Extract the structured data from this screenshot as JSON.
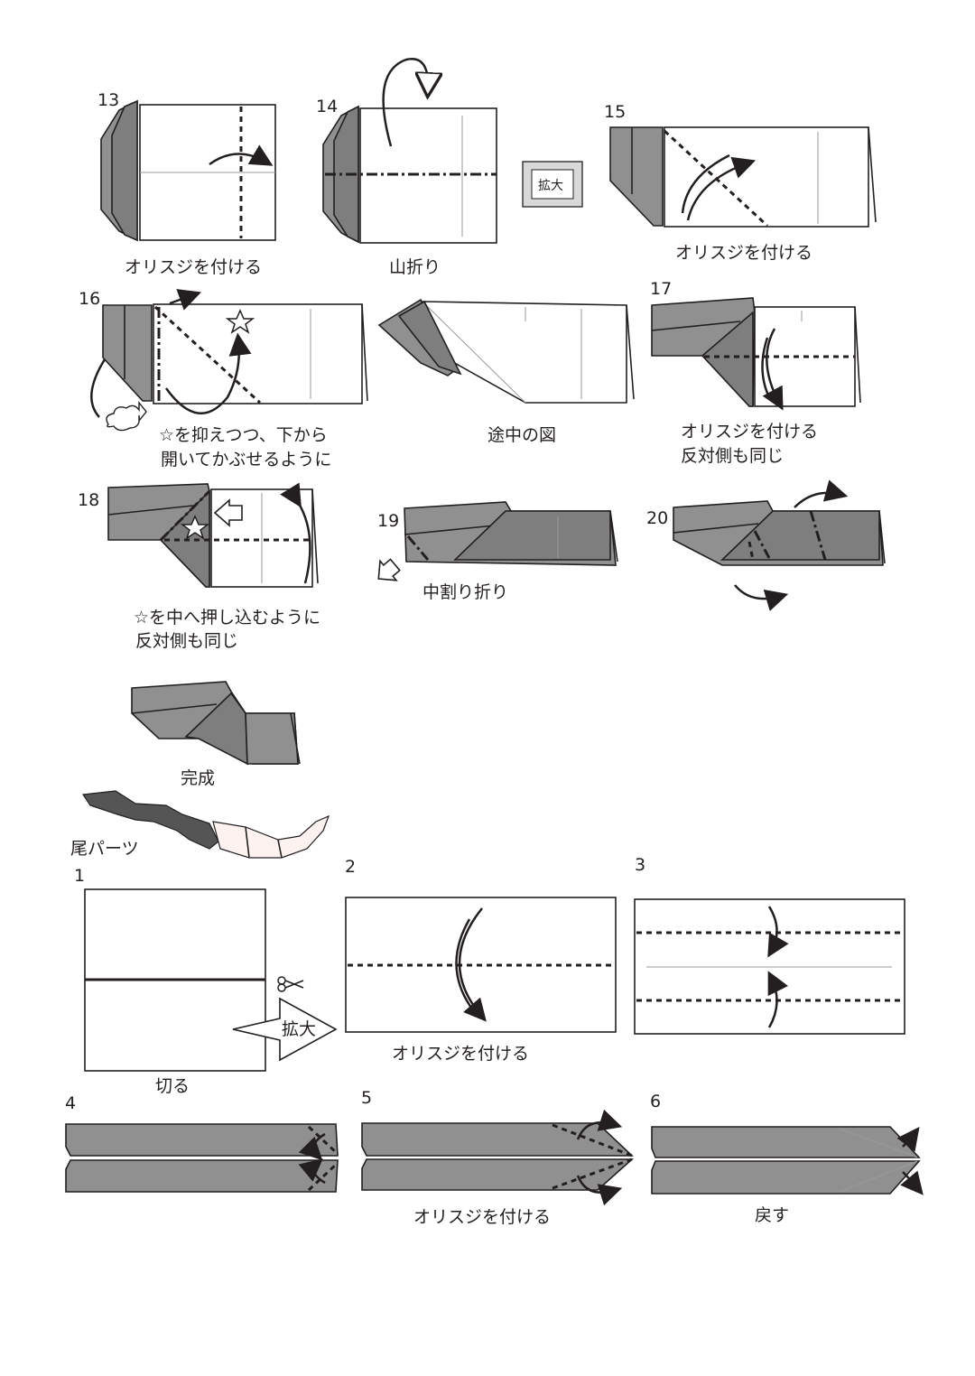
{
  "steps": {
    "s13": {
      "num": "13",
      "caption": "オリスジを付ける"
    },
    "s14": {
      "num": "14",
      "caption": "山折り"
    },
    "s14_zoom": "拡大",
    "s15": {
      "num": "15",
      "caption": "オリスジを付ける"
    },
    "s16": {
      "num": "16",
      "caption_line1": "☆を抑えつつ、下から",
      "caption_line2": "開いてかぶせるように"
    },
    "s16b": {
      "caption": "途中の図"
    },
    "s17": {
      "num": "17",
      "caption_line1": "オリスジを付ける",
      "caption_line2": "反対側も同じ"
    },
    "s18": {
      "num": "18",
      "caption_line1": "☆を中へ押し込むように",
      "caption_line2": "反対側も同じ"
    },
    "s19": {
      "num": "19",
      "caption": "中割り折り"
    },
    "s20": {
      "num": "20"
    },
    "done": {
      "caption": "完成"
    },
    "tail": {
      "caption": "尾パーツ"
    },
    "t1": {
      "num": "1",
      "caption": "切る",
      "zoom": "拡大"
    },
    "t2": {
      "num": "2",
      "caption": "オリスジを付ける"
    },
    "t3": {
      "num": "3"
    },
    "t4": {
      "num": "4"
    },
    "t5": {
      "num": "5",
      "caption": "オリスジを付ける"
    },
    "t6": {
      "num": "6",
      "caption": "戻す"
    }
  },
  "icons": [
    "scissors-icon",
    "star-icon",
    "fold-arrow-icon",
    "magnify-icon"
  ]
}
